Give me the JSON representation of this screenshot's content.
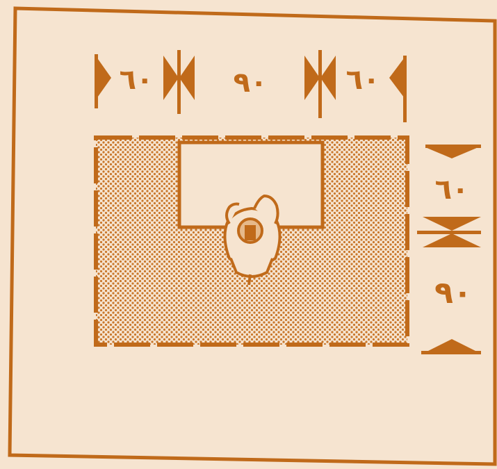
{
  "colors": {
    "background": "#f6e4d0",
    "ink": "#c06a1a",
    "hatch_dot": "#c9772b"
  },
  "dimensions": {
    "top_left": "٦٠",
    "top_center": "٩٠",
    "top_right": "٦٠",
    "right_top": "٦٠",
    "right_bottom": "٩٠"
  },
  "icons": {
    "figure": "person-top-view-icon"
  }
}
